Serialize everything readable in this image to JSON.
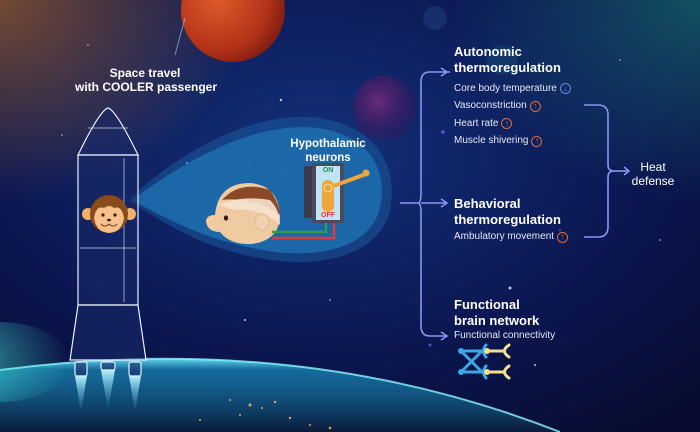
{
  "rocket": {
    "title_line1": "Space travel",
    "title_line2": "with COOLER passenger",
    "passenger": "monkey-face-icon"
  },
  "hypothalamus": {
    "title_line1": "Hypothalamic",
    "title_line2": "neurons",
    "switch_on_label": "ON",
    "switch_off_label": "OFF"
  },
  "outcomes": {
    "autonomic": {
      "header_line1": "Autonomic",
      "header_line2": "thermoregulation",
      "items": [
        {
          "label": "Core body temperature",
          "direction": "down",
          "symbol": "↓"
        },
        {
          "label": "Vasoconstriction",
          "direction": "up",
          "symbol": "↑"
        },
        {
          "label": "Heart rate",
          "direction": "up",
          "symbol": "↑"
        },
        {
          "label": "Muscle shivering",
          "direction": "up",
          "symbol": "↑"
        }
      ]
    },
    "behavioral": {
      "header_line1": "Behavioral",
      "header_line2": "thermoregulation",
      "items": [
        {
          "label": "Ambulatory movement",
          "direction": "up",
          "symbol": "↑"
        }
      ]
    },
    "functional": {
      "header_line1": "Functional",
      "header_line2": "brain network",
      "items": [
        {
          "label": "Functional connectivity"
        }
      ],
      "icon": "neural-connection-icon"
    }
  },
  "result": {
    "line1": "Heat",
    "line2": "defense"
  },
  "colors": {
    "arrow": "#8a95f0",
    "up_badge": "#e06a3a",
    "down_badge": "#6f80e8",
    "bubble": "#1e6fae",
    "switch": "#f0a53a",
    "wire_green": "#2e9a4a",
    "wire_red": "#e03a3a",
    "neuron_blue": "#3aa8e6",
    "neuron_yellow": "#f3e08a"
  }
}
